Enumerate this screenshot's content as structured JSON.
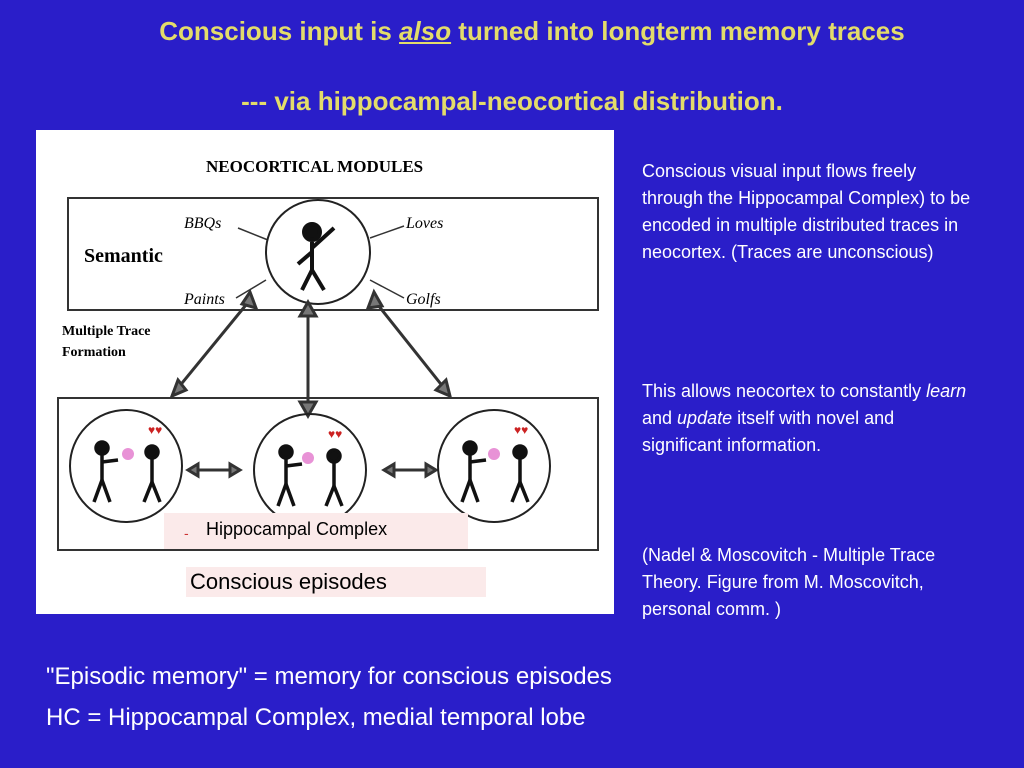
{
  "title": {
    "line1_part1": "Conscious input is ",
    "line1_emph": "also",
    "line1_part2": " turned into longterm memory traces",
    "line2": "--- via hippocampal-neocortical distribution."
  },
  "figure": {
    "heading": "NEOCORTICAL MODULES",
    "semantic_label": "Semantic",
    "multiple_trace_label_1": "Multiple Trace",
    "multiple_trace_label_2": "Formation",
    "words": [
      "BBQs",
      "Loves",
      "Paints",
      "Golfs"
    ],
    "hc_dash": "-",
    "hc_label": "Hippocampal Complex",
    "episodes_label": "Conscious episodes"
  },
  "side_text": {
    "p1": "Conscious visual input flows freely through the Hippocampal Complex) to be encoded in multiple distributed traces in neocortex. (Traces are unconscious)",
    "p2_a": "This allows neocortex to constantly ",
    "p2_learn": "learn",
    "p2_b": " and ",
    "p2_update": "update",
    "p2_c": " itself with novel and significant information.",
    "p3": "(Nadel & Moscovitch - Multiple Trace Theory. Figure from M. Moscovitch, personal comm. )"
  },
  "bottom": {
    "line1": "\"Episodic memory\" = memory for conscious episodes",
    "line2": "HC = Hippocampal Complex, medial temporal lobe"
  },
  "colors": {
    "background": "#2a1ec9",
    "title": "#e3dc6a",
    "text": "#ffffff"
  }
}
